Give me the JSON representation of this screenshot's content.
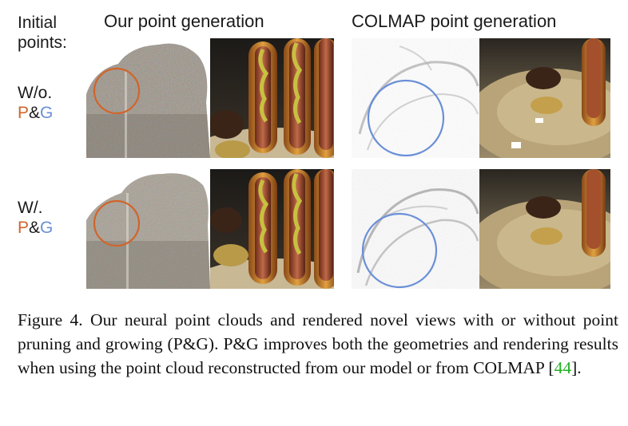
{
  "row_labels": {
    "initial_line1": "Initial",
    "initial_line2": "points:",
    "without": "W/o.",
    "with": "W/.",
    "pg_p": "P",
    "pg_amp": "&",
    "pg_g": "G"
  },
  "column_headers": {
    "ours": "Our point generation",
    "colmap": "COLMAP point generation"
  },
  "colors": {
    "orange_circle": "#d0652b",
    "blue_circle": "#6a8fd8",
    "citation": "#22b022"
  },
  "caption": {
    "label": "Figure 4.",
    "text_before_cite": " Our neural point clouds and rendered novel views with or without point pruning and growing (P&G). P&G improves both the geometries and rendering results when using the point cloud reconstructed from our model or from COLMAP [",
    "cite": "44",
    "text_after_cite": "]."
  }
}
